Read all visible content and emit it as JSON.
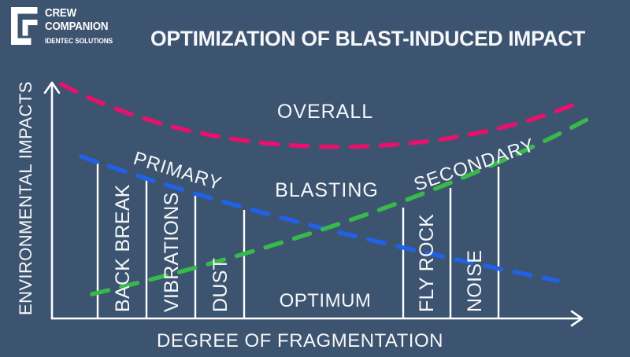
{
  "colors": {
    "background": "#3d5470",
    "overall_curve": "#e8116b",
    "primary_curve": "#1f62e8",
    "secondary_curve": "#37b94b",
    "axis_and_text": "#ffffff"
  },
  "logo": {
    "line1": "CREW",
    "line2": "COMPANION",
    "line3": "IDENTEC SOLUTIONS",
    "icon": "crew-companion-brackets"
  },
  "header": {
    "title": "OPTIMIZATION OF BLAST-INDUCED IMPACT"
  },
  "chart": {
    "ylabel": "ENVIRONMENTAL IMPACTS",
    "xlabel": "DEGREE OF FRAGMENTATION",
    "labels": {
      "overall": "OVERALL",
      "blasting": "BLASTING",
      "primary": "PRIMARY",
      "secondary": "SECONDARY",
      "optimum": "OPTIMUM",
      "back_break": "BACK BREAK",
      "vibrations": "VIBRATIONS",
      "dust": "DUST",
      "fly_rock": "FLY ROCK",
      "noise": "NOISE"
    }
  },
  "chart_data": {
    "type": "line",
    "title": "OPTIMIZATION OF BLAST-INDUCED IMPACT",
    "xlabel": "DEGREE OF FRAGMENTATION",
    "ylabel": "ENVIRONMENTAL IMPACTS",
    "axes_note": "conceptual diagram - no numeric ticks; point values are normalized 0-100 estimates read from the figure",
    "grid": false,
    "legend_position": "labels drawn along curves",
    "series": [
      {
        "name": "OVERALL BLASTING",
        "color": "#e8116b",
        "line_style": "dashed",
        "trend": "U-shaped: high impact at low fragmentation, minimum over the optimum zone, rising again at high fragmentation",
        "points_x": [
          2,
          20,
          35,
          49,
          64,
          79,
          98
        ],
        "points_y": [
          98,
          84,
          75,
          71,
          74,
          80,
          90
        ]
      },
      {
        "name": "PRIMARY",
        "color": "#1f62e8",
        "line_style": "dashed",
        "trend": "decreasing as degree of fragmentation increases",
        "points_x": [
          6,
          18,
          36,
          54,
          75,
          95
        ],
        "points_y": [
          68,
          59,
          45,
          37,
          24,
          16
        ]
      },
      {
        "name": "SECONDARY",
        "color": "#37b94b",
        "line_style": "dashed",
        "trend": "increasing as degree of fragmentation increases",
        "points_x": [
          8,
          27,
          54,
          66,
          84,
          100
        ],
        "points_y": [
          10,
          21,
          38,
          46,
          63,
          84
        ]
      }
    ],
    "marker_lines_x": [
      9,
      18,
      27,
      36,
      66,
      75,
      84
    ],
    "regions": [
      {
        "label": "BACK BREAK",
        "x_range": [
          9,
          18
        ]
      },
      {
        "label": "VIBRATIONS",
        "x_range": [
          18,
          27
        ]
      },
      {
        "label": "DUST",
        "x_range": [
          27,
          36
        ]
      },
      {
        "label": "OPTIMUM",
        "x_range": [
          36,
          66
        ]
      },
      {
        "label": "FLY ROCK",
        "x_range": [
          66,
          75
        ]
      },
      {
        "label": "NOISE",
        "x_range": [
          75,
          84
        ]
      }
    ]
  }
}
